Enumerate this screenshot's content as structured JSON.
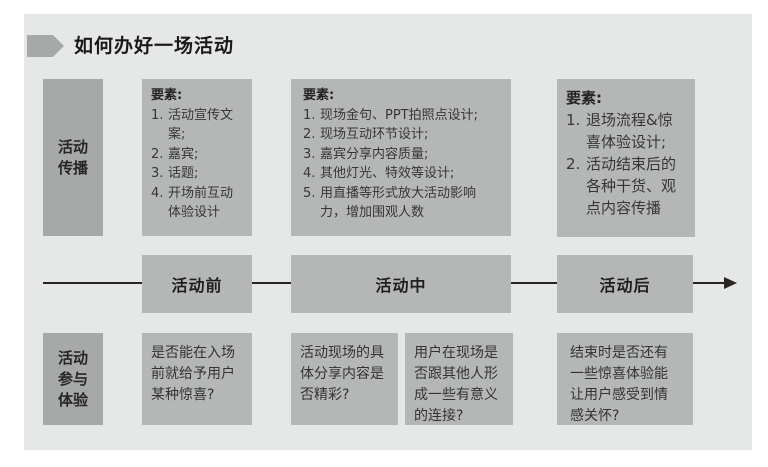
{
  "title": "如何办好一场活动",
  "row_labels": {
    "promotion": "活动传播",
    "experience": "活动参与体验"
  },
  "timeline": {
    "stages": [
      "活动前",
      "活动中",
      "活动后"
    ]
  },
  "promotion": {
    "pre": {
      "heading": "要素:",
      "items": [
        "活动宣传文案;",
        "嘉宾;",
        "话题;",
        "开场前互动体验设计"
      ]
    },
    "during": {
      "heading": "要素:",
      "items": [
        "现场金句、PPT拍照点设计;",
        "现场互动环节设计;",
        "嘉宾分享内容质量;",
        "其他灯光、特效等设计;",
        "用直播等形式放大活动影响力，增加围观人数"
      ]
    },
    "post": {
      "heading": "要素:",
      "items": [
        "退场流程&惊喜体验设计;",
        "活动结束后的各种干货、观点内容传播"
      ]
    }
  },
  "experience": {
    "pre": "是否能在入场前就给予用户某种惊喜?",
    "during": [
      "活动现场的具体分享内容是否精彩?",
      "用户在现场是否跟其他人形成一些有意义的连接?"
    ],
    "post": "结束时是否还有一些惊喜体验能让用户感受到情感关怀?"
  },
  "icons": {
    "title_marker": "pentagon-arrow",
    "timeline_end": "arrow-right"
  },
  "colors": {
    "panel_bg": "#e6e7e7",
    "box_fill": "#b5b7b7",
    "label_fill": "#a7a9a9",
    "line": "#2a2423",
    "text": "#333333"
  }
}
